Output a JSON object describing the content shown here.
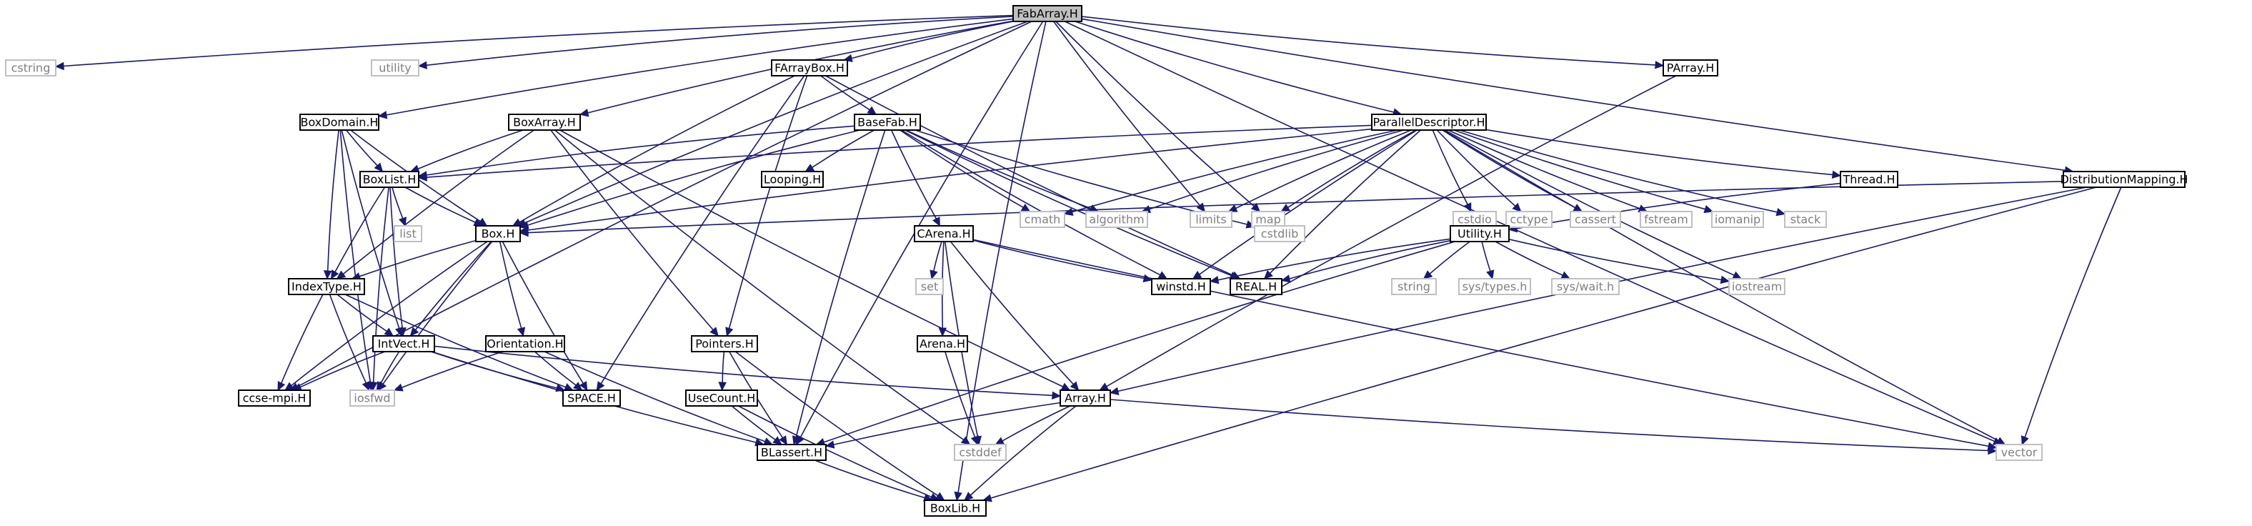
{
  "graph": {
    "colors": {
      "edge": "#191970",
      "root_fill": "#bfbfbf",
      "node_fill": "#ffffff",
      "node_border": "#000000",
      "external_border": "#bfbfbf",
      "text": "#000000",
      "external_text": "#7f7f7f"
    },
    "nodes": [
      {
        "id": "FabArray.H",
        "label": "FabArray.H",
        "kind": "root"
      },
      {
        "id": "cstring",
        "label": "cstring",
        "kind": "external"
      },
      {
        "id": "utility",
        "label": "utility",
        "kind": "external"
      },
      {
        "id": "BoxDomain.H",
        "label": "BoxDomain.H",
        "kind": "local"
      },
      {
        "id": "BoxArray.H",
        "label": "BoxArray.H",
        "kind": "local"
      },
      {
        "id": "FArrayBox.H",
        "label": "FArrayBox.H",
        "kind": "local"
      },
      {
        "id": "BaseFab.H",
        "label": "BaseFab.H",
        "kind": "local"
      },
      {
        "id": "ParallelDescriptor.H",
        "label": "ParallelDescriptor.H",
        "kind": "local"
      },
      {
        "id": "PArray.H",
        "label": "PArray.H",
        "kind": "local"
      },
      {
        "id": "DistributionMapping.H",
        "label": "DistributionMapping.H",
        "kind": "local"
      },
      {
        "id": "BoxList.H",
        "label": "BoxList.H",
        "kind": "local"
      },
      {
        "id": "list",
        "label": "list",
        "kind": "external"
      },
      {
        "id": "Box.H",
        "label": "Box.H",
        "kind": "local"
      },
      {
        "id": "Looping.H",
        "label": "Looping.H",
        "kind": "local"
      },
      {
        "id": "cmath",
        "label": "cmath",
        "kind": "external"
      },
      {
        "id": "algorithm",
        "label": "algorithm",
        "kind": "external"
      },
      {
        "id": "limits",
        "label": "limits",
        "kind": "external"
      },
      {
        "id": "map",
        "label": "map",
        "kind": "external"
      },
      {
        "id": "cstdio",
        "label": "cstdio",
        "kind": "external"
      },
      {
        "id": "cctype",
        "label": "cctype",
        "kind": "external"
      },
      {
        "id": "cassert",
        "label": "cassert",
        "kind": "external"
      },
      {
        "id": "fstream",
        "label": "fstream",
        "kind": "external"
      },
      {
        "id": "iomanip",
        "label": "iomanip",
        "kind": "external"
      },
      {
        "id": "stack",
        "label": "stack",
        "kind": "external"
      },
      {
        "id": "Thread.H",
        "label": "Thread.H",
        "kind": "local"
      },
      {
        "id": "cstdlib",
        "label": "cstdlib",
        "kind": "external"
      },
      {
        "id": "Utility.H",
        "label": "Utility.H",
        "kind": "local"
      },
      {
        "id": "CArena.H",
        "label": "CArena.H",
        "kind": "local"
      },
      {
        "id": "set",
        "label": "set",
        "kind": "external"
      },
      {
        "id": "winstd.H",
        "label": "winstd.H",
        "kind": "local"
      },
      {
        "id": "REAL.H",
        "label": "REAL.H",
        "kind": "local"
      },
      {
        "id": "string",
        "label": "string",
        "kind": "external"
      },
      {
        "id": "sys/types.h",
        "label": "sys/types.h",
        "kind": "external"
      },
      {
        "id": "sys/wait.h",
        "label": "sys/wait.h",
        "kind": "external"
      },
      {
        "id": "iostream",
        "label": "iostream",
        "kind": "external"
      },
      {
        "id": "IndexType.H",
        "label": "IndexType.H",
        "kind": "local"
      },
      {
        "id": "IntVect.H",
        "label": "IntVect.H",
        "kind": "local"
      },
      {
        "id": "Orientation.H",
        "label": "Orientation.H",
        "kind": "local"
      },
      {
        "id": "Pointers.H",
        "label": "Pointers.H",
        "kind": "local"
      },
      {
        "id": "Arena.H",
        "label": "Arena.H",
        "kind": "local"
      },
      {
        "id": "UseCount.H",
        "label": "UseCount.H",
        "kind": "local"
      },
      {
        "id": "ccse-mpi.H",
        "label": "ccse-mpi.H",
        "kind": "local"
      },
      {
        "id": "iosfwd",
        "label": "iosfwd",
        "kind": "external"
      },
      {
        "id": "SPACE.H",
        "label": "SPACE.H",
        "kind": "local"
      },
      {
        "id": "Array.H",
        "label": "Array.H",
        "kind": "local"
      },
      {
        "id": "BLassert.H",
        "label": "BLassert.H",
        "kind": "local"
      },
      {
        "id": "cstddef",
        "label": "cstddef",
        "kind": "external"
      },
      {
        "id": "vector",
        "label": "vector",
        "kind": "external"
      },
      {
        "id": "BoxLib.H",
        "label": "BoxLib.H",
        "kind": "local"
      }
    ],
    "edges": [
      [
        "FabArray.H",
        "cstring"
      ],
      [
        "FabArray.H",
        "utility"
      ],
      [
        "FabArray.H",
        "BoxDomain.H"
      ],
      [
        "FabArray.H",
        "BoxArray.H"
      ],
      [
        "FabArray.H",
        "FArrayBox.H"
      ],
      [
        "FabArray.H",
        "ParallelDescriptor.H"
      ],
      [
        "FabArray.H",
        "PArray.H"
      ],
      [
        "FabArray.H",
        "DistributionMapping.H"
      ],
      [
        "FabArray.H",
        "Box.H"
      ],
      [
        "FabArray.H",
        "limits"
      ],
      [
        "FabArray.H",
        "map"
      ],
      [
        "FabArray.H",
        "ccse-mpi.H"
      ],
      [
        "FabArray.H",
        "BLassert.H"
      ],
      [
        "FabArray.H",
        "vector"
      ],
      [
        "FabArray.H",
        "BoxLib.H"
      ],
      [
        "BoxDomain.H",
        "BoxList.H"
      ],
      [
        "BoxDomain.H",
        "Box.H"
      ],
      [
        "BoxDomain.H",
        "IndexType.H"
      ],
      [
        "BoxDomain.H",
        "IntVect.H"
      ],
      [
        "BoxDomain.H",
        "iosfwd"
      ],
      [
        "BoxArray.H",
        "BoxList.H"
      ],
      [
        "BoxArray.H",
        "IndexType.H"
      ],
      [
        "BoxArray.H",
        "Pointers.H"
      ],
      [
        "BoxArray.H",
        "Array.H"
      ],
      [
        "BoxArray.H",
        "cstddef"
      ],
      [
        "FArrayBox.H",
        "BaseFab.H"
      ],
      [
        "FArrayBox.H",
        "Box.H"
      ],
      [
        "FArrayBox.H",
        "REAL.H"
      ],
      [
        "FArrayBox.H",
        "SPACE.H"
      ],
      [
        "FArrayBox.H",
        "Pointers.H"
      ],
      [
        "BaseFab.H",
        "BoxList.H"
      ],
      [
        "BaseFab.H",
        "Box.H"
      ],
      [
        "BaseFab.H",
        "Looping.H"
      ],
      [
        "BaseFab.H",
        "cmath"
      ],
      [
        "BaseFab.H",
        "algorithm"
      ],
      [
        "BaseFab.H",
        "cstdlib"
      ],
      [
        "BaseFab.H",
        "CArena.H"
      ],
      [
        "BaseFab.H",
        "winstd.H"
      ],
      [
        "BaseFab.H",
        "REAL.H"
      ],
      [
        "BaseFab.H",
        "BLassert.H"
      ],
      [
        "ParallelDescriptor.H",
        "BoxList.H"
      ],
      [
        "ParallelDescriptor.H",
        "Box.H"
      ],
      [
        "ParallelDescriptor.H",
        "cmath"
      ],
      [
        "ParallelDescriptor.H",
        "algorithm"
      ],
      [
        "ParallelDescriptor.H",
        "limits"
      ],
      [
        "ParallelDescriptor.H",
        "map"
      ],
      [
        "ParallelDescriptor.H",
        "cstdio"
      ],
      [
        "ParallelDescriptor.H",
        "cctype"
      ],
      [
        "ParallelDescriptor.H",
        "cassert"
      ],
      [
        "ParallelDescriptor.H",
        "fstream"
      ],
      [
        "ParallelDescriptor.H",
        "iomanip"
      ],
      [
        "ParallelDescriptor.H",
        "stack"
      ],
      [
        "ParallelDescriptor.H",
        "Thread.H"
      ],
      [
        "ParallelDescriptor.H",
        "winstd.H"
      ],
      [
        "ParallelDescriptor.H",
        "REAL.H"
      ],
      [
        "ParallelDescriptor.H",
        "iostream"
      ],
      [
        "ParallelDescriptor.H",
        "vector"
      ],
      [
        "PArray.H",
        "Array.H"
      ],
      [
        "DistributionMapping.H",
        "Box.H"
      ],
      [
        "DistributionMapping.H",
        "Array.H"
      ],
      [
        "DistributionMapping.H",
        "vector"
      ],
      [
        "DistributionMapping.H",
        "BoxLib.H"
      ],
      [
        "BoxList.H",
        "list"
      ],
      [
        "BoxList.H",
        "Box.H"
      ],
      [
        "BoxList.H",
        "IndexType.H"
      ],
      [
        "BoxList.H",
        "IntVect.H"
      ],
      [
        "BoxList.H",
        "iosfwd"
      ],
      [
        "Box.H",
        "IndexType.H"
      ],
      [
        "Box.H",
        "IntVect.H"
      ],
      [
        "Box.H",
        "Orientation.H"
      ],
      [
        "Box.H",
        "ccse-mpi.H"
      ],
      [
        "Box.H",
        "iosfwd"
      ],
      [
        "Box.H",
        "SPACE.H"
      ],
      [
        "Thread.H",
        "Utility.H"
      ],
      [
        "Utility.H",
        "winstd.H"
      ],
      [
        "Utility.H",
        "REAL.H"
      ],
      [
        "Utility.H",
        "string"
      ],
      [
        "Utility.H",
        "sys/types.h"
      ],
      [
        "Utility.H",
        "sys/wait.h"
      ],
      [
        "Utility.H",
        "iostream"
      ],
      [
        "Utility.H",
        "BLassert.H"
      ],
      [
        "CArena.H",
        "set"
      ],
      [
        "CArena.H",
        "winstd.H"
      ],
      [
        "CArena.H",
        "Arena.H"
      ],
      [
        "CArena.H",
        "Array.H"
      ],
      [
        "CArena.H",
        "cstddef"
      ],
      [
        "CArena.H",
        "vector"
      ],
      [
        "Arena.H",
        "cstddef"
      ],
      [
        "IndexType.H",
        "IntVect.H"
      ],
      [
        "IndexType.H",
        "ccse-mpi.H"
      ],
      [
        "IndexType.H",
        "iosfwd"
      ],
      [
        "IndexType.H",
        "SPACE.H"
      ],
      [
        "IntVect.H",
        "ccse-mpi.H"
      ],
      [
        "IntVect.H",
        "iosfwd"
      ],
      [
        "IntVect.H",
        "SPACE.H"
      ],
      [
        "IntVect.H",
        "BLassert.H"
      ],
      [
        "IntVect.H",
        "Array.H"
      ],
      [
        "Orientation.H",
        "iosfwd"
      ],
      [
        "Orientation.H",
        "SPACE.H"
      ],
      [
        "Orientation.H",
        "BLassert.H"
      ],
      [
        "Pointers.H",
        "UseCount.H"
      ],
      [
        "Pointers.H",
        "BLassert.H"
      ],
      [
        "Pointers.H",
        "BoxLib.H"
      ],
      [
        "UseCount.H",
        "BLassert.H"
      ],
      [
        "UseCount.H",
        "BoxLib.H"
      ],
      [
        "Array.H",
        "BLassert.H"
      ],
      [
        "Array.H",
        "cstddef"
      ],
      [
        "Array.H",
        "vector"
      ],
      [
        "Array.H",
        "BoxLib.H"
      ],
      [
        "BLassert.H",
        "BoxLib.H"
      ]
    ]
  }
}
